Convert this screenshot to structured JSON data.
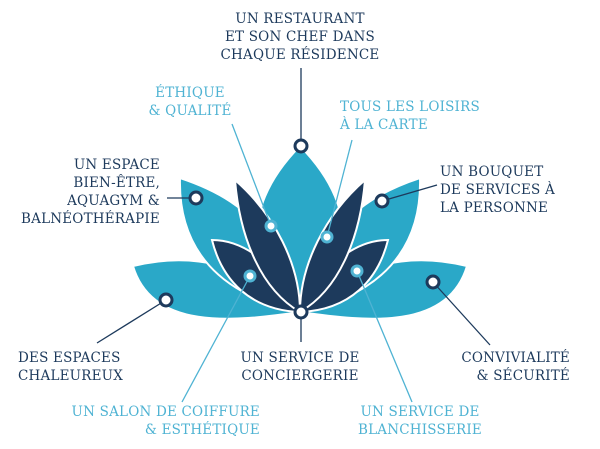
{
  "colors": {
    "navy": "#1d3a5c",
    "teal": "#2aa8c8",
    "light_text": "#4fb3d3",
    "background": "#ffffff"
  },
  "labels": {
    "restaurant": "UN RESTAURANT\nET SON CHEF DANS\nCHAQUE RÉSIDENCE",
    "ethique": "ÉTHIQUE\n& QUALITÉ",
    "loisirs": "TOUS LES LOISIRS\nÀ LA CARTE",
    "bien_etre": "UN ESPACE\nBIEN-ÊTRE,\nAQUAGYM &\nBALNÉOTHÉRAPIE",
    "bouquet": "UN BOUQUET\nDE SERVICES À\nLA PERSONNE",
    "espaces": "DES ESPACES\nCHALEUREUX",
    "conciergerie": "UN SERVICE DE\nCONCIERGERIE",
    "convivialite": "CONVIVIALITÉ\n& SÉCURITÉ",
    "salon": "UN SALON DE COIFFURE\n& ESTHÉTIQUE",
    "blanchisserie": "UN SERVICE DE\nBLANCHISSERIE"
  }
}
